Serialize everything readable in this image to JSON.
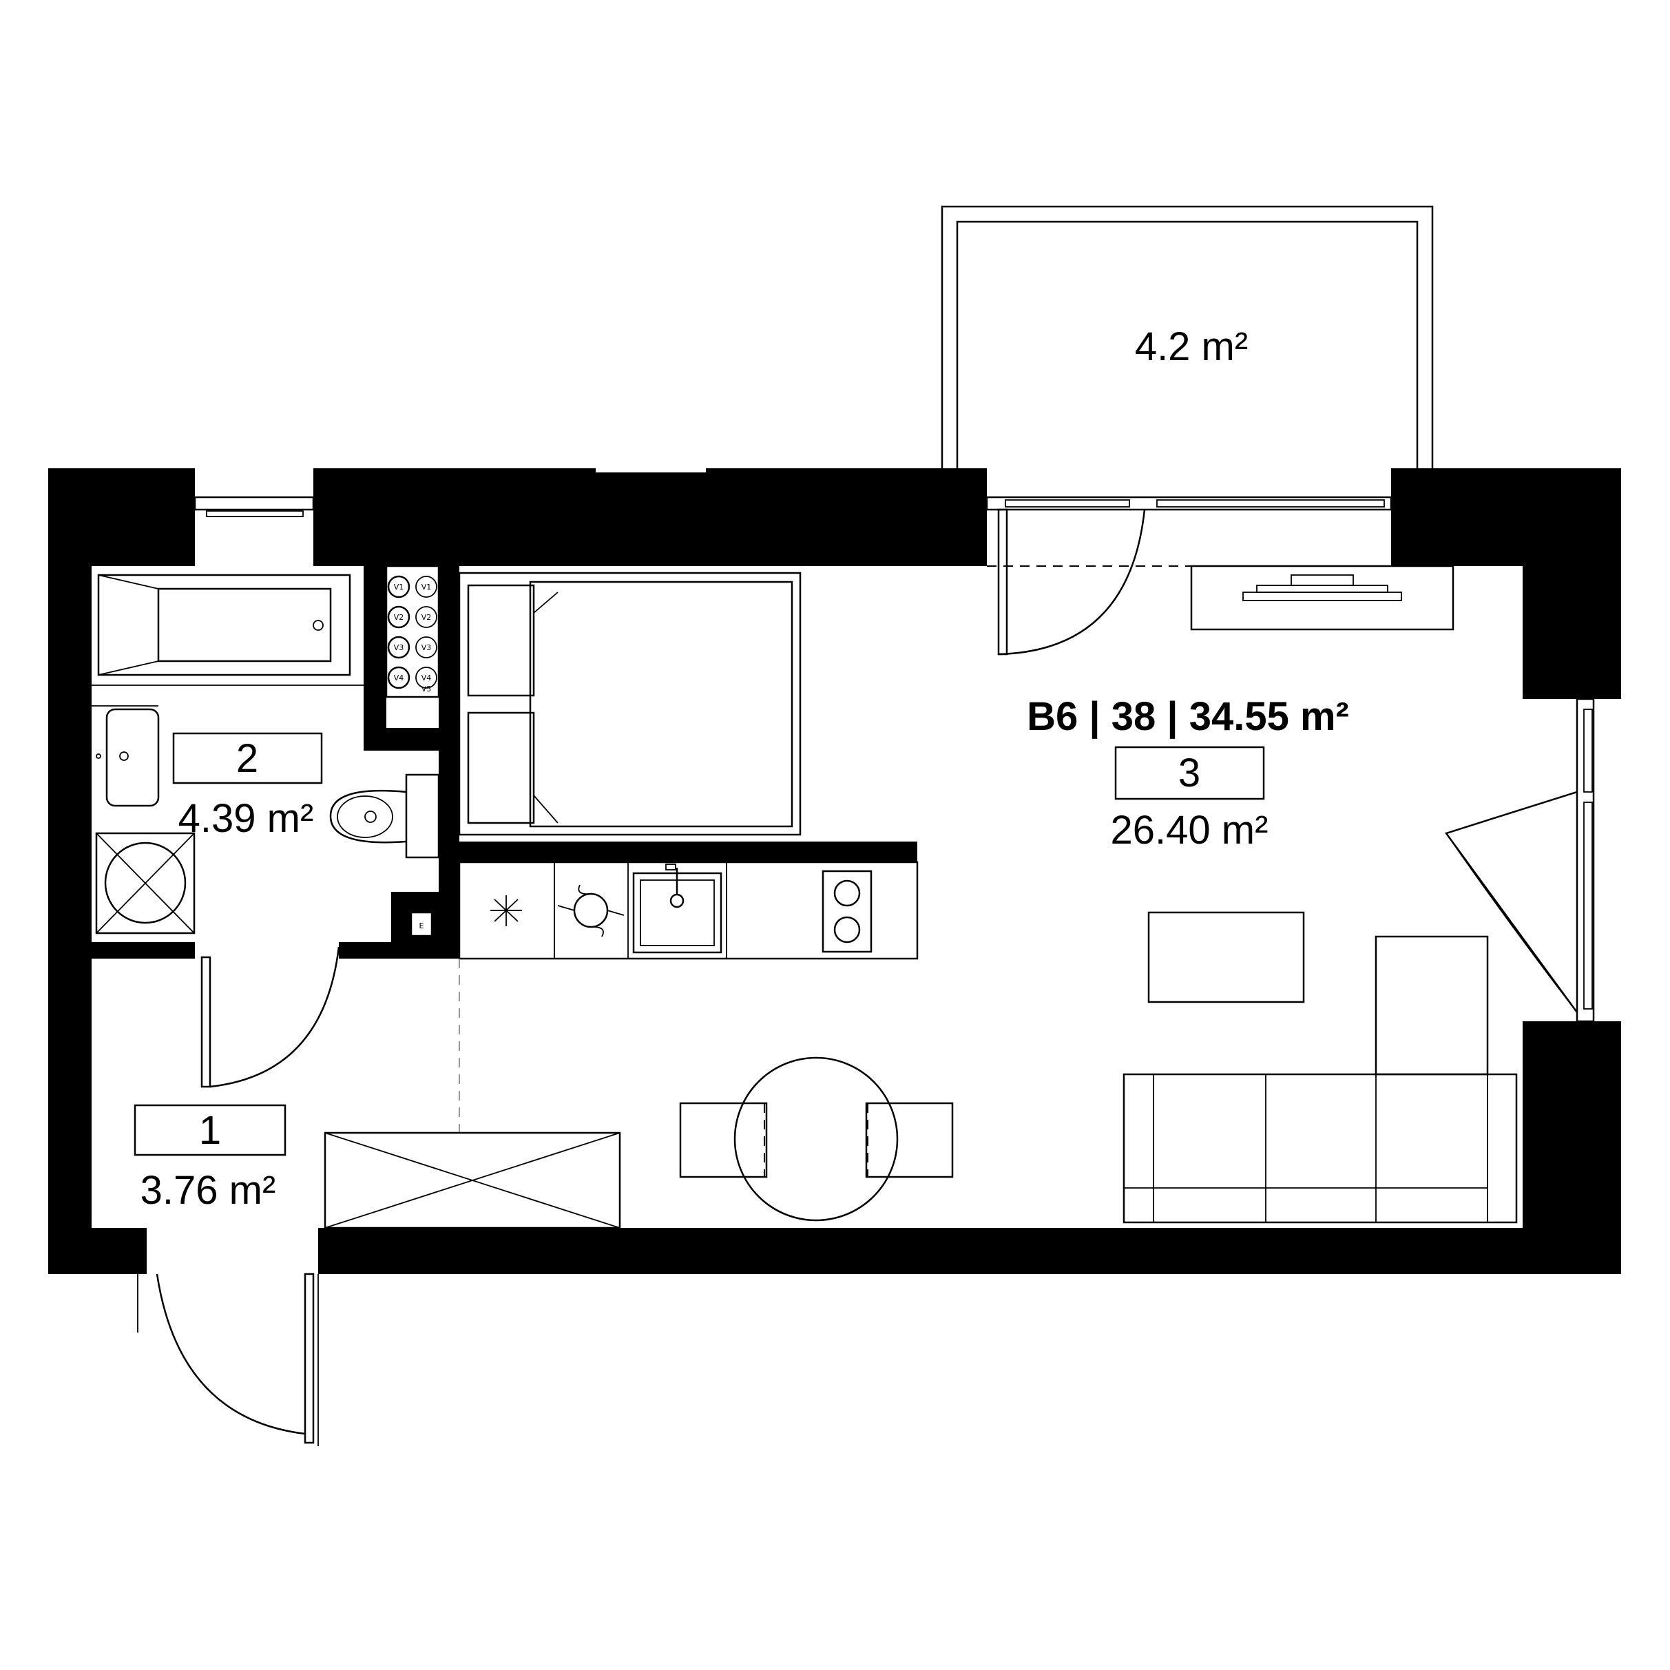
{
  "plan": {
    "unit_label": "B6 | 38 | 34.55 m²",
    "rooms": [
      {
        "id": "1",
        "number": "1",
        "area": "3.76 m²"
      },
      {
        "id": "2",
        "number": "2",
        "area": "4.39 m²"
      },
      {
        "id": "3",
        "number": "3",
        "area": "26.40 m²"
      }
    ],
    "balcony": {
      "area": "4.2 m²"
    },
    "shaft_labels": [
      "V1",
      "V1",
      "V2",
      "V2",
      "V3",
      "V3",
      "V4",
      "V4",
      "V5"
    ],
    "meter_label": "E"
  }
}
